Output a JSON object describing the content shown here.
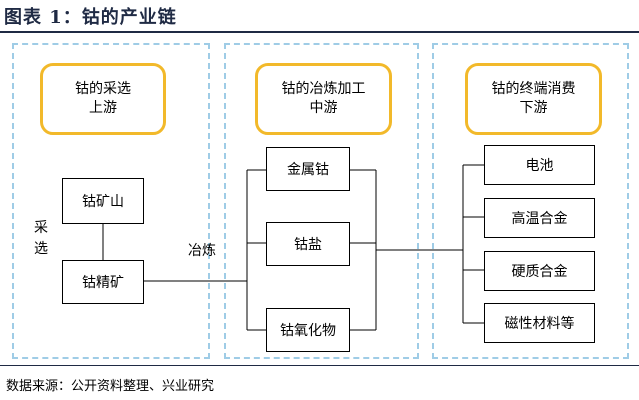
{
  "figure": {
    "title": "图表 1：钴的产业链",
    "source": "数据来源：公开资料整理、兴业研究"
  },
  "upstream": {
    "stage_line1": "钴的采选",
    "stage_line2": "上游",
    "process_label": "采选",
    "nodes": [
      "钴矿山",
      "钴精矿"
    ]
  },
  "midstream": {
    "stage_line1": "钴的冶炼加工",
    "stage_line2": "中游",
    "process_label": "冶炼",
    "nodes": [
      "金属钴",
      "钴盐",
      "钴氧化物"
    ]
  },
  "downstream": {
    "stage_line1": "钴的终端消费",
    "stage_line2": "下游",
    "nodes": [
      "电池",
      "高温合金",
      "硬质合金",
      "磁性材料等"
    ]
  }
}
